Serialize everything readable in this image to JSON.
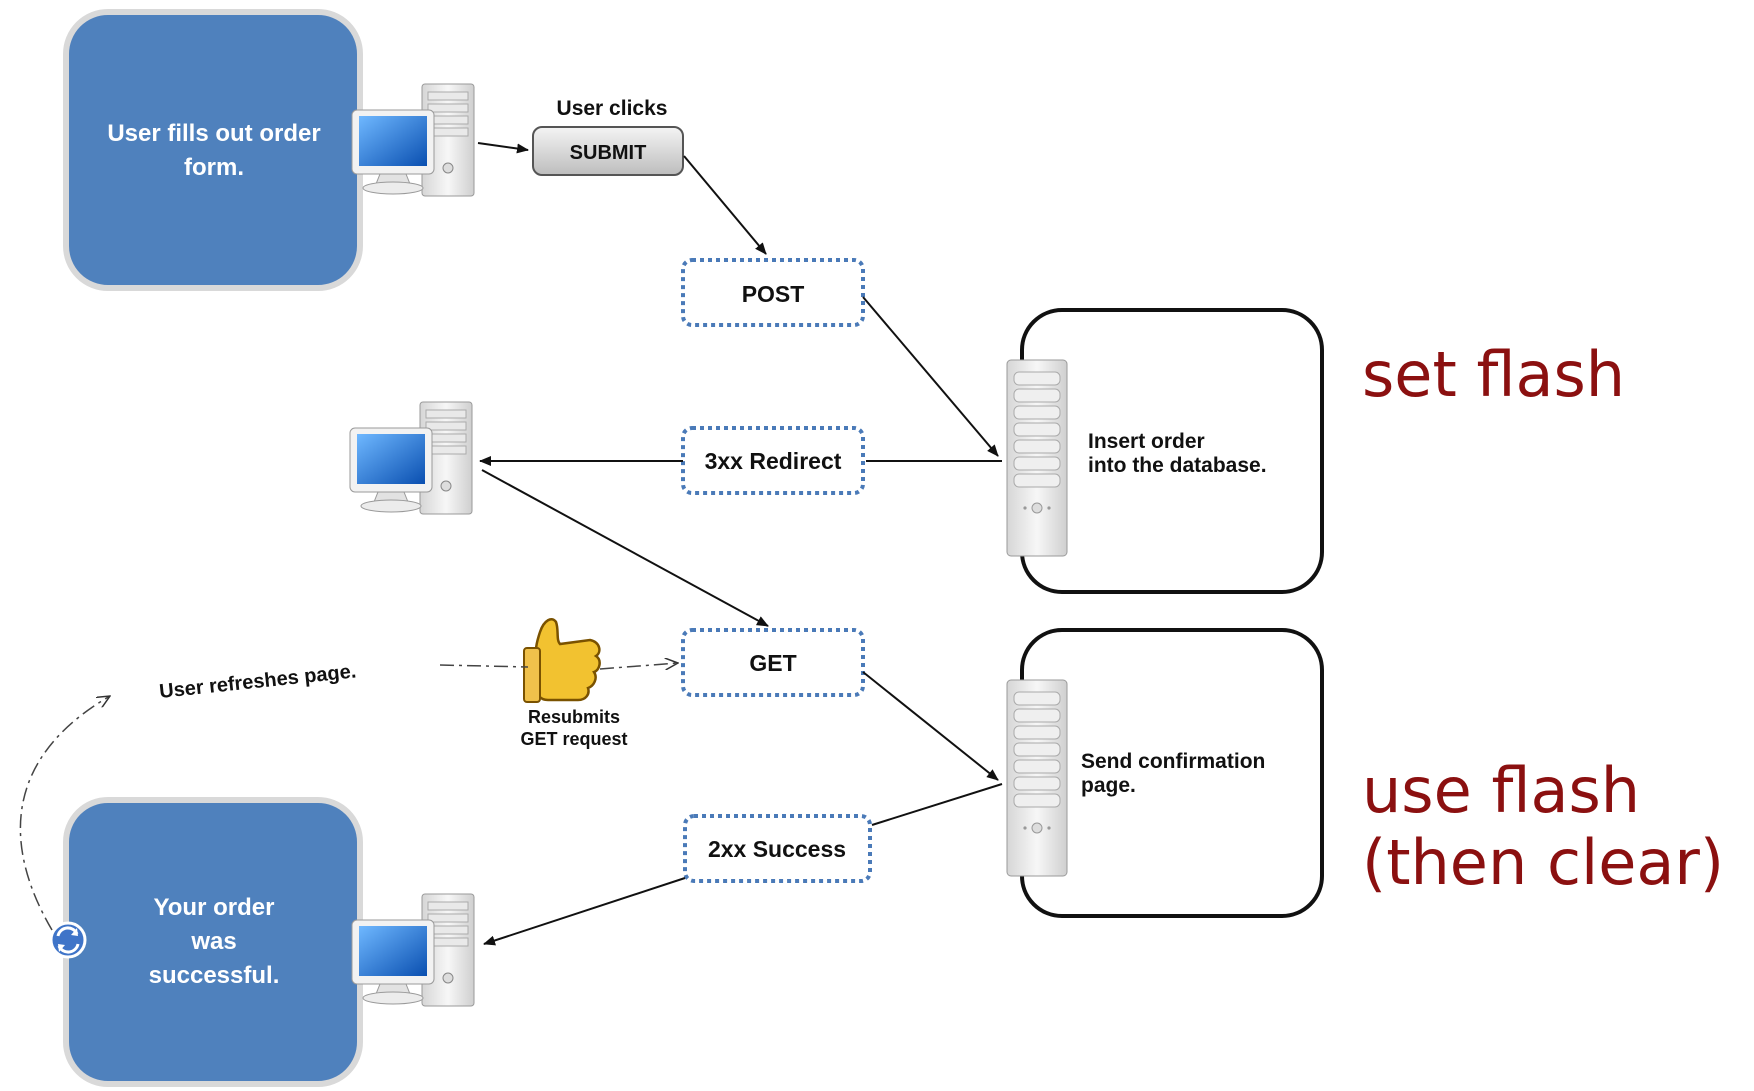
{
  "flow": {
    "start_box": {
      "line1": "User fills out order",
      "line2": "form."
    },
    "submit": {
      "caption": "User clicks",
      "button_label": "SUBMIT"
    },
    "post_label": "POST",
    "redirect_label": "3xx Redirect",
    "get_label": "GET",
    "success_label": "2xx Success",
    "server_insert": {
      "line1": "Insert order",
      "line2": "into the database."
    },
    "server_confirm": {
      "line1": "Send confirmation",
      "line2": "page."
    },
    "refresh": {
      "caption": "User refreshes page.",
      "resubmit_line1": "Resubmits",
      "resubmit_line2": "GET request"
    },
    "end_box": {
      "line1": "Your order",
      "line2": "was",
      "line3": "successful."
    }
  },
  "notes": {
    "set_flash": "set flash",
    "use_flash_line1": "use flash",
    "use_flash_line2": "(then clear)"
  },
  "colors": {
    "blue_box": "#4f81bd",
    "note_text": "#8b1010",
    "dotted_border": "#4a7ab8"
  },
  "icons": [
    "computer-icon",
    "server-icon",
    "thumbs-up-icon",
    "refresh-icon"
  ]
}
